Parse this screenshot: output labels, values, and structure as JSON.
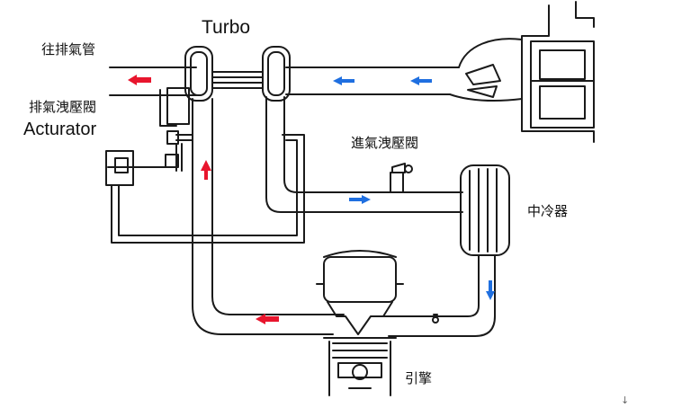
{
  "labels": {
    "turbo": "Turbo",
    "exhaust_pipe": "往排氣管",
    "wastegate_cn": "排氣洩壓閥",
    "wastegate_en": "Acturator",
    "blowoff_valve": "進氣洩壓閥",
    "intercooler": "中冷器",
    "engine": "引擎",
    "corner_mark": "↓"
  },
  "colors": {
    "exhaust_arrow": "#e8152d",
    "intake_arrow": "#1f6fe0",
    "pipe_stroke": "#1a1a1a",
    "background": "#ffffff"
  }
}
